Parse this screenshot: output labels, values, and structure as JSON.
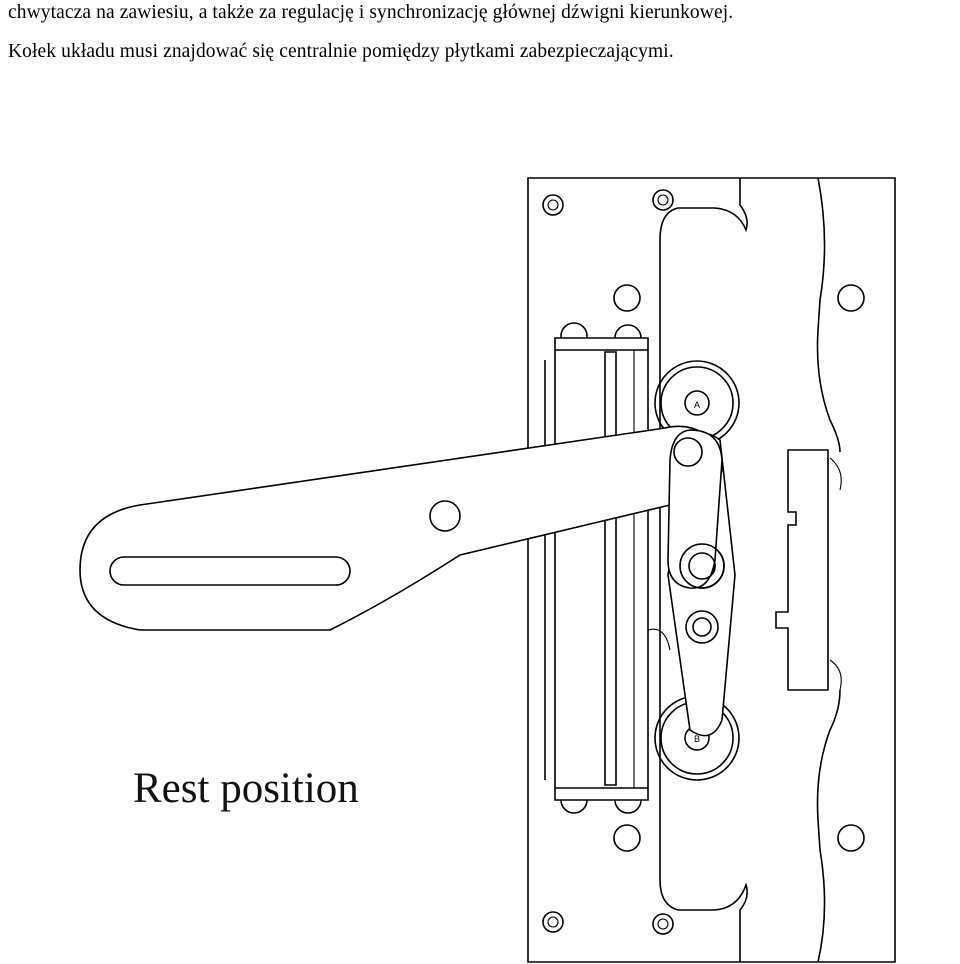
{
  "document": {
    "line1": "chwytacza na zawiesiu, a także za regulację i synchronizację głównej dźwigni kierunkowej.",
    "line2": "Kołek układu musi znajdować się centralnie pomiędzy płytkami zabezpieczającymi."
  },
  "figure": {
    "caption": "Rest position",
    "roller_labels": [
      "A",
      "B"
    ]
  }
}
